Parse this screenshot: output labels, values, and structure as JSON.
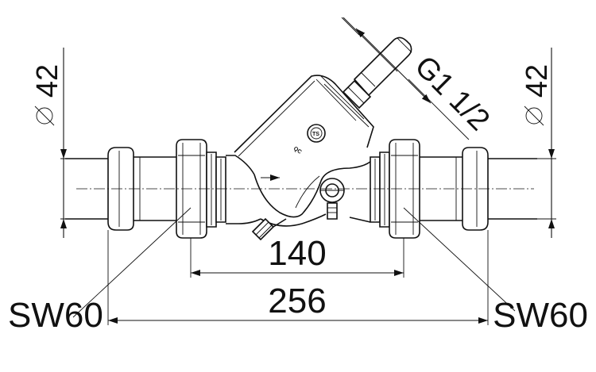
{
  "dimensions": {
    "pipe_diameter_left": "42",
    "pipe_diameter_right": "42",
    "thread_size": "G1 1/2",
    "wrench_size_left": "SW60",
    "wrench_size_right": "SW60",
    "inner_length": "140",
    "overall_length": "256"
  },
  "marks": {
    "maker_code": "QC",
    "emblem_text": "TS"
  },
  "colors": {
    "line": "#111111",
    "background": "#ffffff"
  }
}
